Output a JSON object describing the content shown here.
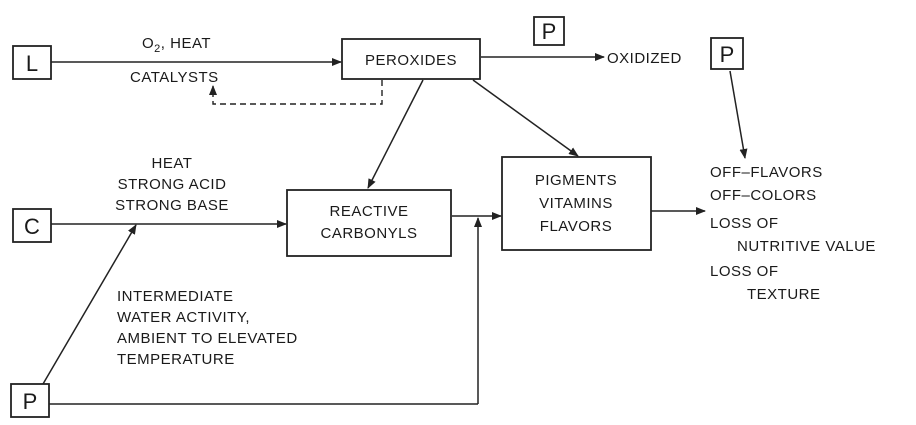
{
  "nodes": {
    "lipid": "L",
    "carbohydrate": "C",
    "protein_bottom": "P",
    "protein_top": "P",
    "oxidized_protein": "P",
    "peroxides": "PEROXIDES",
    "reactive_carbonyls": [
      "REACTIVE",
      "CARBONYLS"
    ],
    "pigments_box": [
      "PIGMENTS",
      "VITAMINS",
      "FLAVORS"
    ]
  },
  "labels": {
    "o2_heat_prefix": "O",
    "o2_heat_sub": "2",
    "o2_heat_rest": ", HEAT",
    "catalysts": "CATALYSTS",
    "oxidized": "OXIDIZED",
    "carbonyl_conditions": [
      "HEAT",
      "STRONG ACID",
      "STRONG BASE"
    ],
    "protein_conditions": [
      "INTERMEDIATE",
      "WATER ACTIVITY,",
      "AMBIENT TO ELEVATED",
      "TEMPERATURE"
    ],
    "outcomes": [
      "OFF–FLAVORS",
      "OFF–COLORS",
      "LOSS OF",
      "NUTRITIVE VALUE",
      "LOSS OF",
      "TEXTURE"
    ]
  }
}
